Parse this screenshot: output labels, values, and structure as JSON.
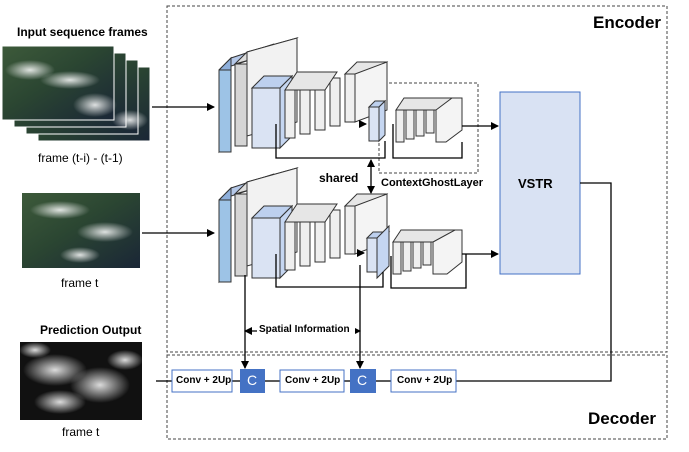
{
  "diagram": {
    "title_input": "Input sequence frames",
    "label_frame_seq": "frame (t-i) - (t-1)",
    "label_frame_t": "frame t",
    "title_prediction": "Prediction Output",
    "label_frame_t_out": "frame t",
    "encoder_label": "Encoder",
    "decoder_label": "Decoder",
    "shared_label": "shared",
    "context_label": "ContextGhostLayer",
    "vstr_label": "VSTR",
    "spatial_label": "Spatial Information",
    "conv1_label": "Conv + 2Up",
    "conv2_label": "Conv + 2Up",
    "conv3_label": "Conv + 2Up",
    "concat1_label": "C",
    "concat2_label": "C",
    "colors": {
      "block_blue": "#9dc3e6",
      "block_blue_dark": "#5b8fc7",
      "block_light": "#dae3f3",
      "block_gray": "#efefef",
      "vstr_fill": "#d9e2f3",
      "concat_fill": "#4472c4",
      "line": "#000000"
    }
  }
}
